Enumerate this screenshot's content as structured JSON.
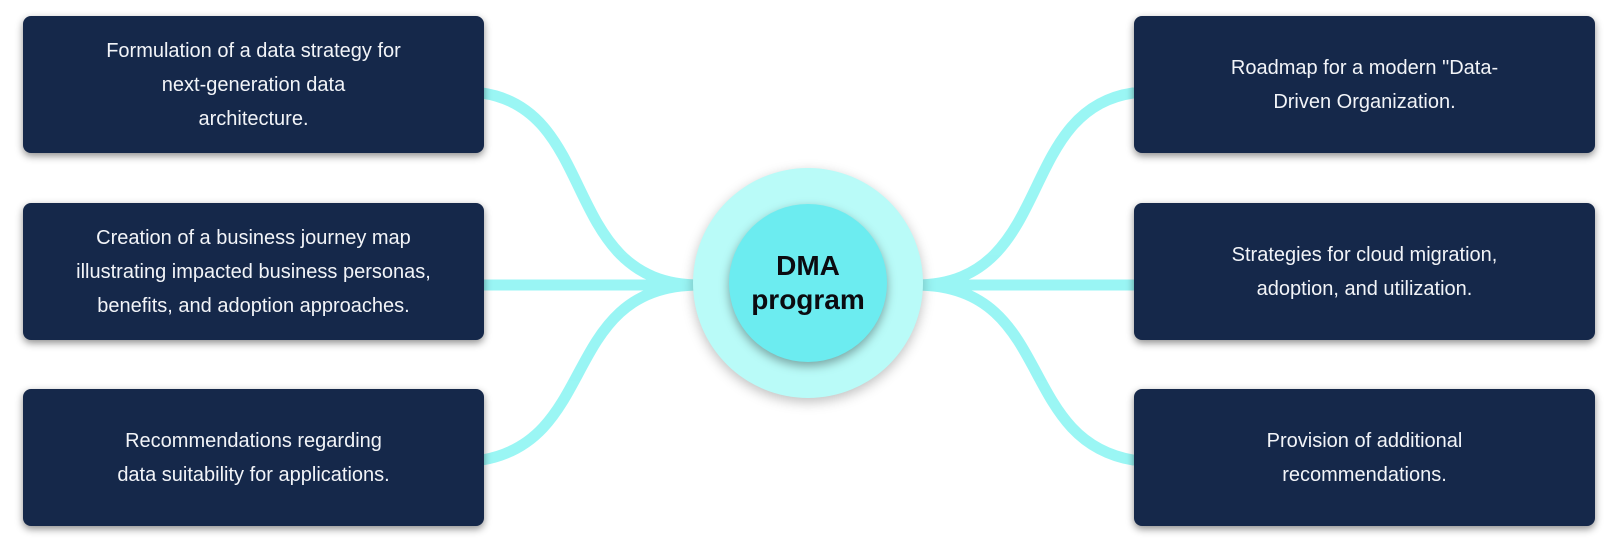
{
  "center": {
    "label": "DMA\nprogram"
  },
  "left_items": [
    {
      "text": "Formulation of a data strategy for\nnext-generation data\narchitecture."
    },
    {
      "text": "Creation of a business journey map\nillustrating impacted business personas,\nbenefits, and adoption approaches."
    },
    {
      "text": "Recommendations regarding\ndata suitability for applications."
    }
  ],
  "right_items": [
    {
      "text": "Roadmap for a modern \"Data-\nDriven Organization."
    },
    {
      "text": "Strategies for cloud migration,\nadoption, and utilization."
    },
    {
      "text": "Provision of additional\nrecommendations."
    }
  ],
  "colors": {
    "box_background": "#15284a",
    "connector": "#8ff5f3",
    "outer_circle": "#b9fbf8",
    "inner_circle": "#6cecf0"
  }
}
